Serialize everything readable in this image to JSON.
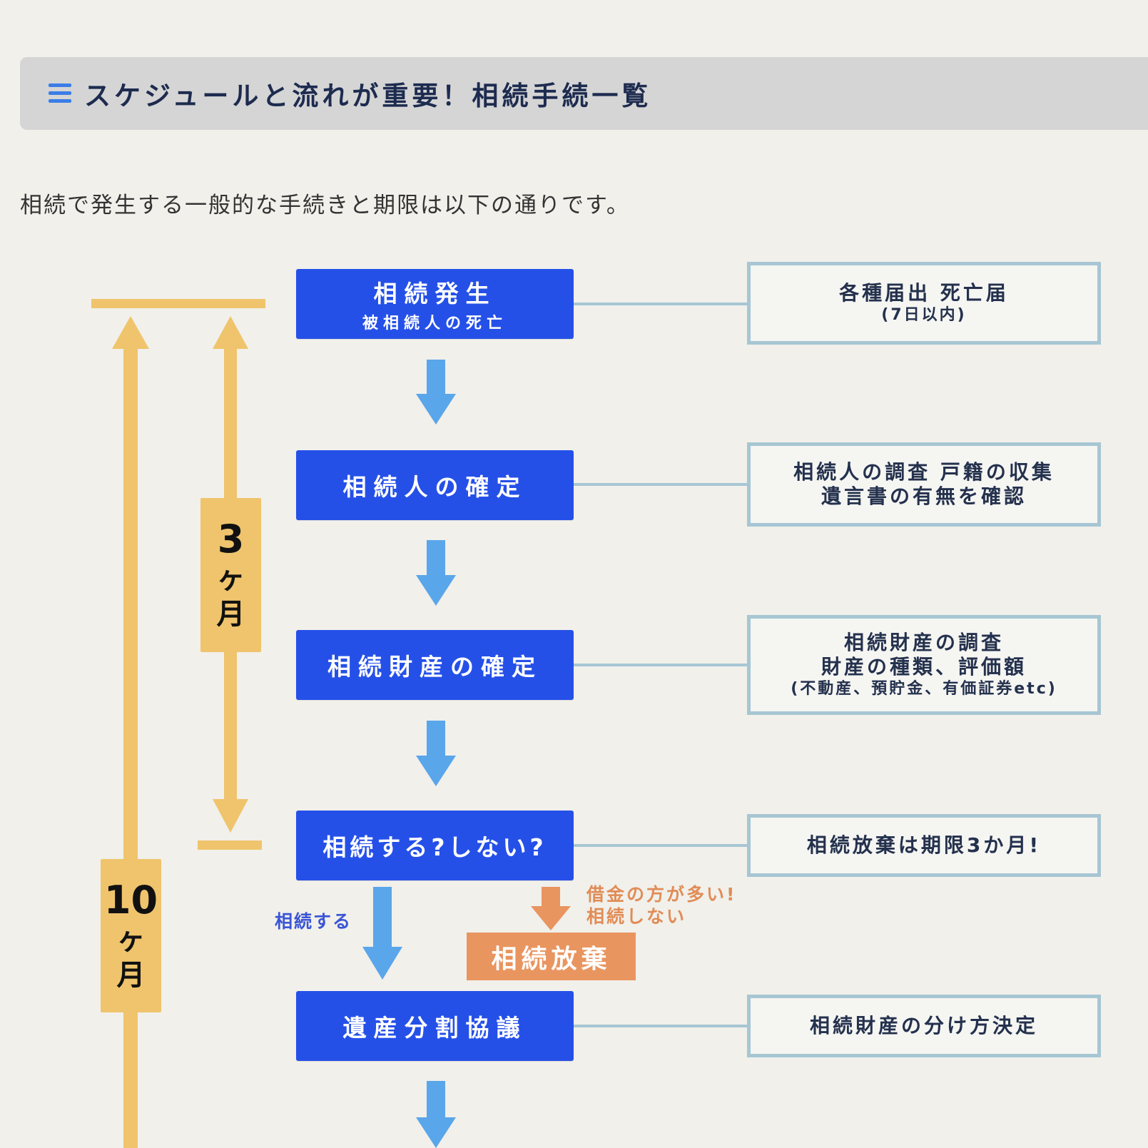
{
  "heading": {
    "icon": "menu-icon",
    "text": "スケジュールと流れが重要！相続手続一覧"
  },
  "intro": "相続で発生する一般的な手続きと期限は以下の通りです。",
  "steps": [
    {
      "main": "相続発生",
      "sub": "被相続人の死亡"
    },
    {
      "main": "相続人の確定"
    },
    {
      "main": "相続財産の確定"
    },
    {
      "main": "相続する?しない?"
    },
    {
      "main": "遺産分割協議"
    }
  ],
  "notes": [
    {
      "line1": "各種届出 死亡届",
      "line2": "(7日以内)"
    },
    {
      "line1": "相続人の調査 戸籍の収集",
      "line2": "遺言書の有無を確認"
    },
    {
      "line1": "相続財産の調査",
      "line2": "財産の種類、評価額",
      "line3": "(不動産、預貯金、有価証券etc)"
    },
    {
      "line1": "相続放棄は期限3か月!"
    },
    {
      "line1": "相続財産の分け方決定"
    }
  ],
  "branch": {
    "yes_label": "相続する",
    "no_label_1": "借金の方が多い!",
    "no_label_2": "相続しない",
    "renounce": "相続放棄"
  },
  "periods": [
    {
      "num": "3",
      "unit1": "ヶ",
      "unit2": "月"
    },
    {
      "num": "10",
      "unit1": "ヶ",
      "unit2": "月"
    }
  ],
  "colors": {
    "step_blue": "#2550e8",
    "arrow_blue": "#5aa6ea",
    "period_yellow": "#efc46c",
    "note_border": "#a7c6d3",
    "renounce_orange": "#e9955f",
    "background": "#f1f0eb"
  }
}
